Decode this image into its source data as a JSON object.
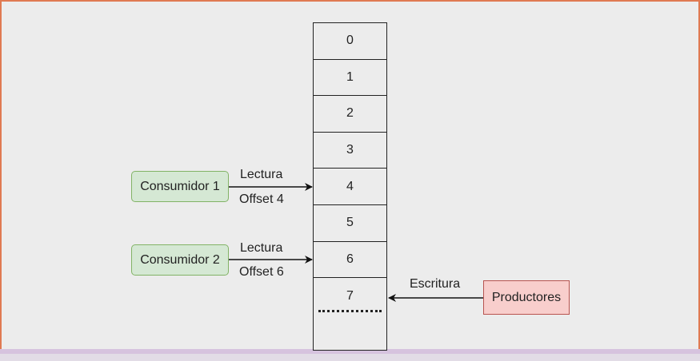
{
  "log": {
    "cells": [
      "0",
      "1",
      "2",
      "3",
      "4",
      "5",
      "6",
      "7"
    ]
  },
  "consumers": [
    {
      "name": "Consumidor 1",
      "action": "Lectura",
      "offset": "Offset 4"
    },
    {
      "name": "Consumidor 2",
      "action": "Lectura",
      "offset": "Offset 6"
    }
  ],
  "producer": {
    "name": "Productores",
    "action": "Escritura"
  },
  "colors": {
    "consumer_fill": "#d5e8d4",
    "consumer_border": "#82b366",
    "producer_fill": "#f8cecc",
    "producer_border": "#b85450",
    "frame_border": "#e07a52"
  }
}
